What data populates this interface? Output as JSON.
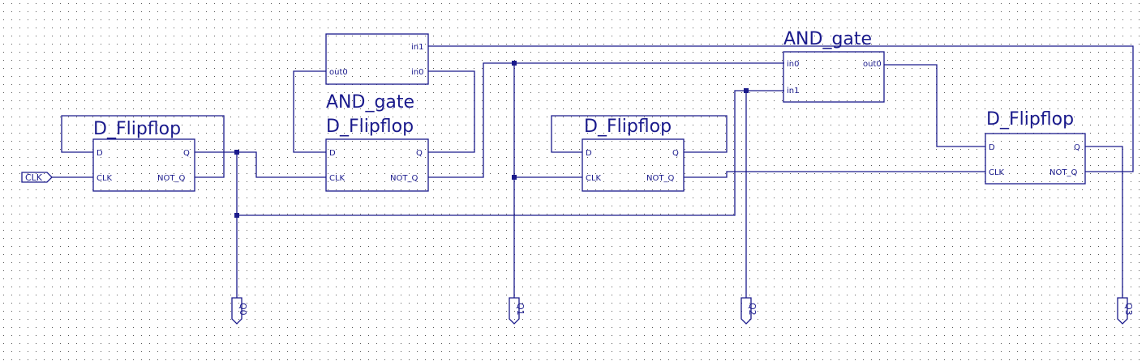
{
  "components": {
    "ff0": {
      "title": "D_Flipflop",
      "pins": {
        "d": "D",
        "clk": "CLK",
        "q": "Q",
        "not_q": "NOT_Q"
      }
    },
    "and0": {
      "title": "AND_gate",
      "pins": {
        "in1": "in1",
        "in0": "in0",
        "out0": "out0"
      }
    },
    "ff1": {
      "title": "D_Flipflop",
      "pins": {
        "d": "D",
        "clk": "CLK",
        "q": "Q",
        "not_q": "NOT_Q"
      }
    },
    "ff2": {
      "title": "D_Flipflop",
      "pins": {
        "d": "D",
        "clk": "CLK",
        "q": "Q",
        "not_q": "NOT_Q"
      }
    },
    "and1": {
      "title": "AND_gate",
      "pins": {
        "in0": "in0",
        "in1": "in1",
        "out0": "out0"
      }
    },
    "ff3": {
      "title": "D_Flipflop",
      "pins": {
        "d": "D",
        "clk": "CLK",
        "q": "Q",
        "not_q": "NOT_Q"
      }
    }
  },
  "ports": {
    "clk": "CLK",
    "q0": "Q0",
    "q1": "Q1",
    "q2": "Q2",
    "q3": "Q3"
  },
  "colors": {
    "wire": "#1a1a8c",
    "grid_dot": "#555555",
    "background": "#ffffff"
  }
}
